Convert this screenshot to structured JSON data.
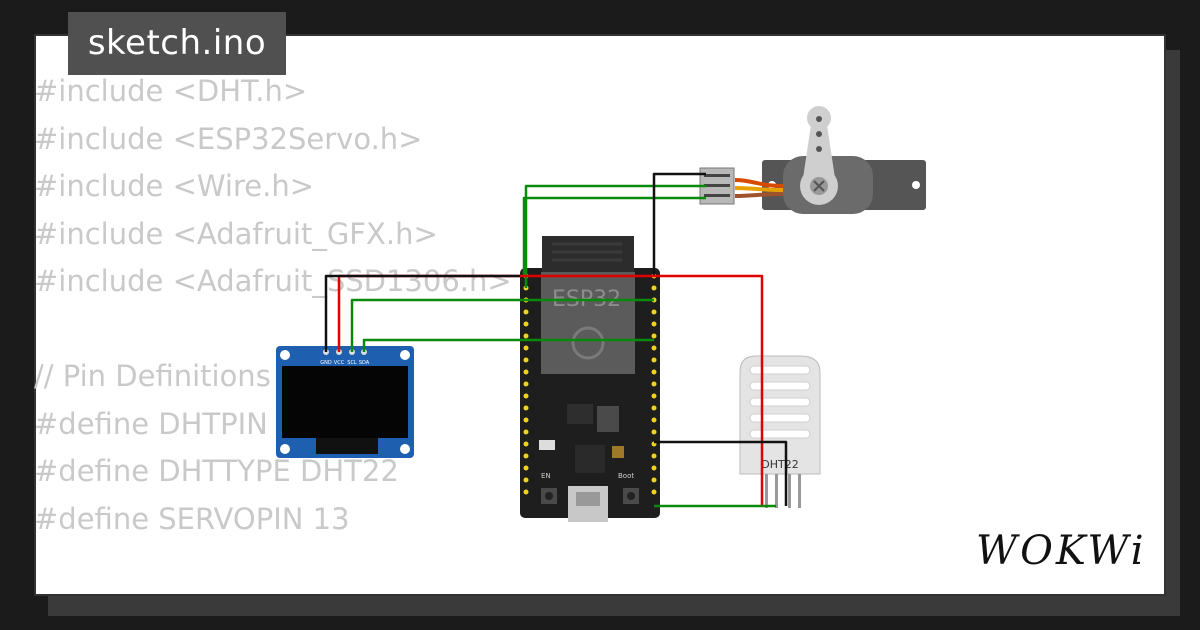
{
  "tab": {
    "filename": "sketch.ino"
  },
  "code_lines": [
    "#include <DHT.h>",
    "#include <ESP32Servo.h>",
    "#include <Wire.h>",
    "#include <Adafruit_GFX.h>",
    "#include <Adafruit_SSD1306.h>",
    "",
    "// Pin Definitions",
    "#define DHTPIN 15",
    "#define DHTTYPE DHT22",
    "#define SERVOPIN 13"
  ],
  "esp32": {
    "label": "ESP32",
    "boot_label": "Boot",
    "en_label": "EN"
  },
  "oled": {
    "pins": [
      "GND",
      "VCC",
      "SCL",
      "SDA"
    ]
  },
  "dht": {
    "label": "DHT22"
  },
  "brand": {
    "name": "WOKWi"
  },
  "colors": {
    "wire_red": "#e00000",
    "wire_green": "#0a8a0a",
    "wire_black": "#111111",
    "board": "#1e1e1e",
    "oled_pcb": "#1f5fb0",
    "pin_yellow": "#f3d21a"
  }
}
